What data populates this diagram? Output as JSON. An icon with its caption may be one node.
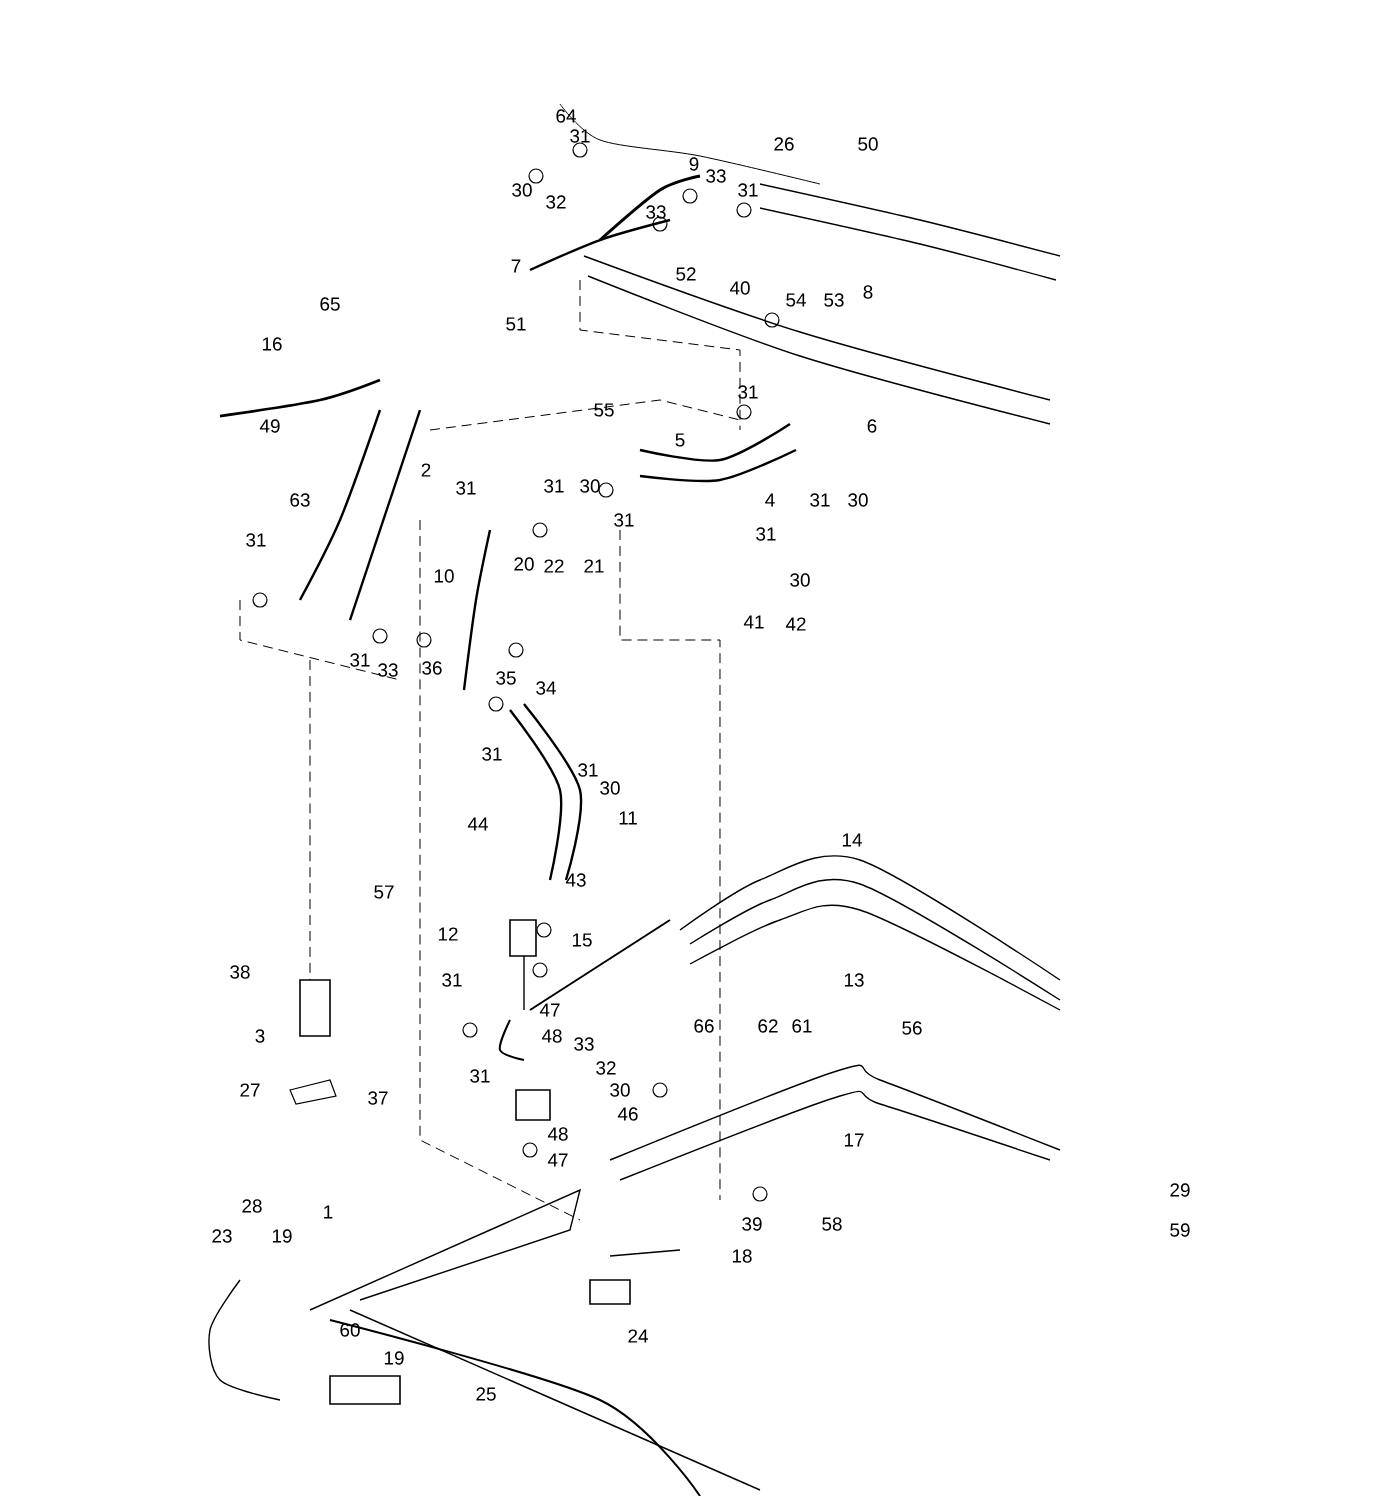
{
  "diagram": {
    "labels": [
      "64",
      "31",
      "26",
      "50",
      "9",
      "30",
      "32",
      "33",
      "31",
      "33",
      "7",
      "52",
      "40",
      "54",
      "53",
      "8",
      "65",
      "51",
      "16",
      "31",
      "55",
      "49",
      "6",
      "5",
      "2",
      "63",
      "31",
      "31",
      "30",
      "31",
      "4",
      "31",
      "30",
      "31",
      "10",
      "20",
      "22",
      "21",
      "31",
      "30",
      "41",
      "42",
      "31",
      "33",
      "36",
      "35",
      "34",
      "31",
      "31",
      "30",
      "11",
      "44",
      "43",
      "14",
      "57",
      "12",
      "15",
      "38",
      "31",
      "47",
      "3",
      "48",
      "13",
      "66",
      "62",
      "61",
      "56",
      "33",
      "32",
      "27",
      "37",
      "31",
      "30",
      "46",
      "48",
      "17",
      "47",
      "29",
      "39",
      "58",
      "59",
      "28",
      "23",
      "19",
      "1",
      "18",
      "24",
      "60",
      "19",
      "25"
    ]
  }
}
